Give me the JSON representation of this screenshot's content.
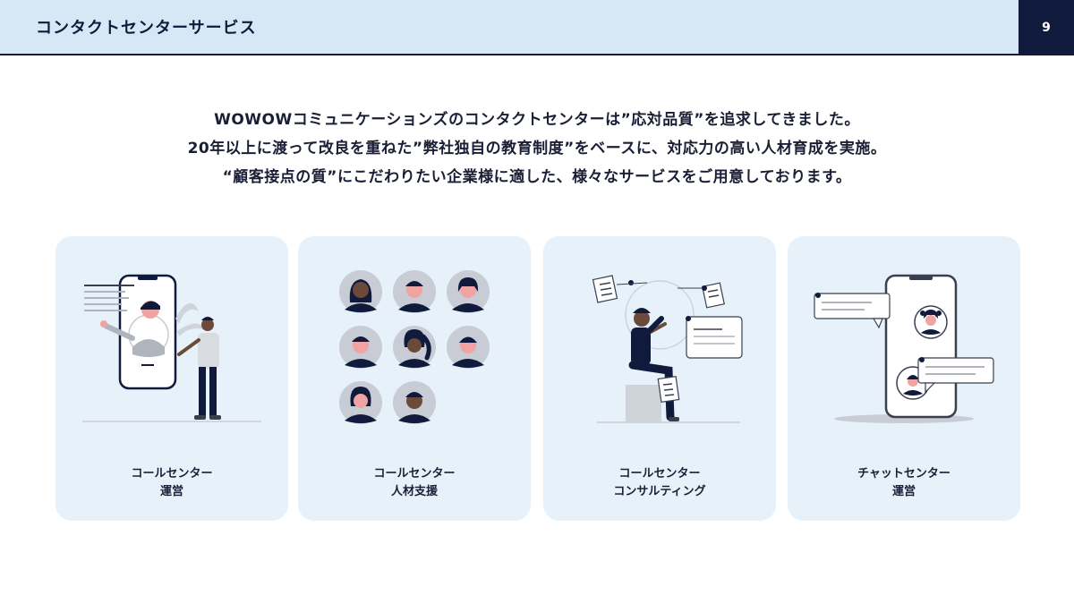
{
  "header": {
    "title": "コンタクトセンターサービス",
    "page_number": "9"
  },
  "intro": {
    "lines": [
      "WOWOWコミュニケーションズのコンタクトセンターは”応対品質”を追求してきました。",
      "20年以上に渡って改良を重ねた”弊社独自の教育制度”をベースに、対応力の高い人材育成を実施。",
      "“顧客接点の質”にこだわりたい企業様に適した、様々なサービスをご用意しております。"
    ]
  },
  "services": [
    {
      "line1": "コールセンター",
      "line2": "運営",
      "icon": "video-call-illustration"
    },
    {
      "line1": "コールセンター",
      "line2": "人材支援",
      "icon": "people-avatars-illustration"
    },
    {
      "line1": "コールセンター",
      "line2": "コンサルティング",
      "icon": "consulting-illustration"
    },
    {
      "line1": "チャットセンター",
      "line2": "運営",
      "icon": "chat-phone-illustration"
    }
  ],
  "colors": {
    "navy": "#0f1a3c",
    "header_bg": "#d6e8f5",
    "card_bg": "#e6f1fa"
  }
}
